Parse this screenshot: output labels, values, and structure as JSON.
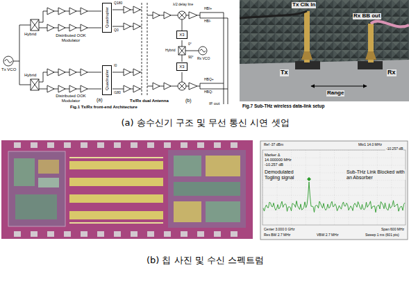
{
  "diagram": {
    "nodes": [
      {
        "text": [
          "Quadrupler"
        ]
      },
      {
        "text": [
          "Quadrupler"
        ]
      },
      {
        "text": [
          "X3"
        ]
      },
      {
        "text": [
          "X3"
        ]
      }
    ],
    "labels": [
      "Tx VCO",
      "Hybrid",
      "Hybrid",
      "Distributed OOK Modulator",
      "Distributed OOK Modulator",
      "(a)",
      "Q180",
      "Q0",
      "I0",
      "I180",
      "Tx/Rx dual Antenna",
      "Fig.1 Tx/Rx front-end Architecture",
      "(b)",
      "λ/2 delay line",
      "Rx VCO",
      "Hybrid",
      "0°",
      "90°",
      "HBI+",
      "HBI-",
      "HBQ+",
      "HBQ-",
      "IF out",
      "Tx Clk In",
      "Rx BB out",
      "Tx",
      "Rx",
      "Range",
      "Fig.7 Sub-THz wireless data-link setup",
      "(a) 송수신기 구조 및 무선 통신 시연 셋업",
      "Ref -37 dBm",
      "Mkr1 14.0 MHz",
      "-10.257 dB",
      "Marker Δ",
      "14.000000 MHz",
      "-10.257 dB",
      "Demodulated Togling signal",
      "Sub-THz Link Blocked with an Absorber",
      "Center 3.000 0 GHz",
      "Span 600 MHz",
      "Res BW 2.7 MHz",
      "VBW 2.7 MHz",
      "Sweep 1 ms (601 pts)",
      "(b) 칩 사진 및 수신 스펙트럼"
    ]
  }
}
